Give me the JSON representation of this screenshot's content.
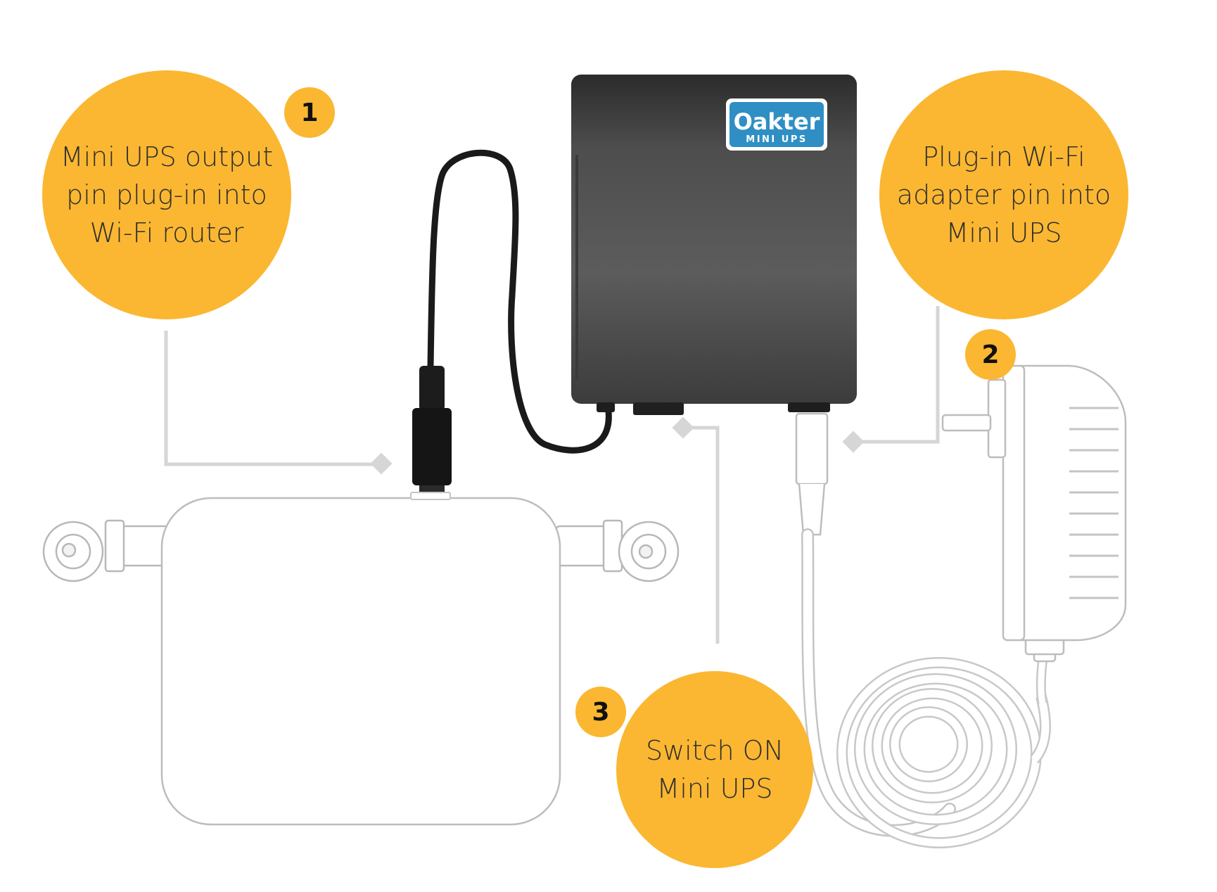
{
  "colors": {
    "accent": "#FBB731",
    "connector": "#d6d6d6",
    "ups_body": "#5a5a5a",
    "ups_top": "#2c2c2c",
    "logo_bg": "#2f8fc4",
    "outline": "#bdbdbd"
  },
  "steps": [
    {
      "number": "1",
      "text": "Mini UPS output\npin plug-in into\nWi-Fi router"
    },
    {
      "number": "2",
      "text": "Plug-in Wi-Fi\nadapter pin into\nMini UPS"
    },
    {
      "number": "3",
      "text": "Switch ON\nMini UPS"
    }
  ],
  "device": {
    "brand": "Oakter",
    "model": "MINI UPS"
  }
}
